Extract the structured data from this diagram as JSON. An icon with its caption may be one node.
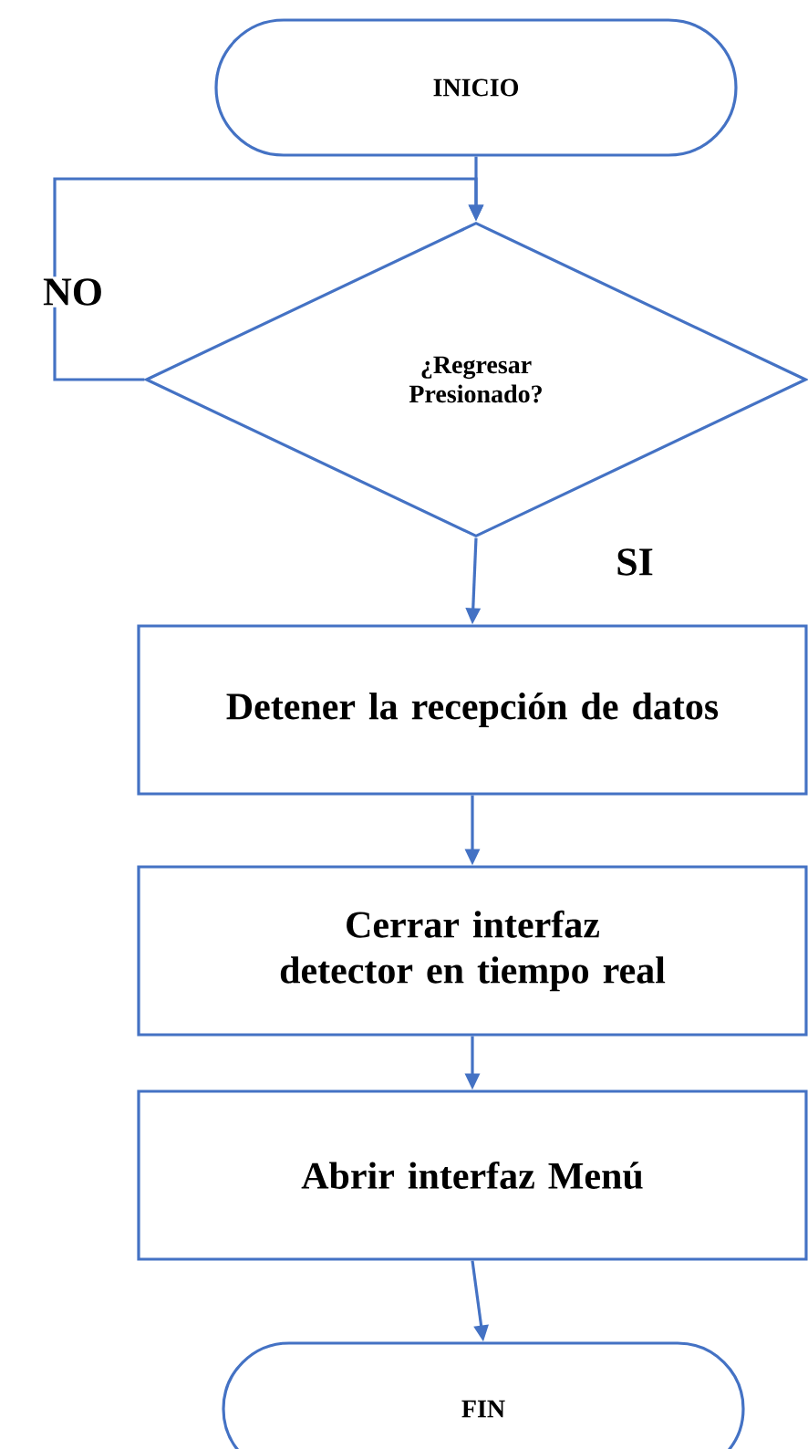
{
  "diagram": {
    "nodes": [
      {
        "text": [
          "INICIO"
        ]
      },
      {
        "text": [
          "¿Regresar Presionado?"
        ]
      },
      {
        "text": [
          "Detener la recepción de datos"
        ]
      },
      {
        "text": [
          "Cerrar interfaz detector en tiempo real"
        ]
      },
      {
        "text": [
          "Abrir interfaz Menú"
        ]
      },
      {
        "text": [
          "FIN"
        ]
      }
    ],
    "edges": [
      {
        "from": 0,
        "to": 1,
        "arrow": "to"
      },
      {
        "from": 1,
        "to": 1,
        "arrow": "to",
        "label": "NO"
      },
      {
        "from": 1,
        "to": 2,
        "arrow": "to",
        "label": "SI"
      },
      {
        "from": 2,
        "to": 3,
        "arrow": "to"
      },
      {
        "from": 3,
        "to": 4,
        "arrow": "to"
      },
      {
        "from": 4,
        "to": 5,
        "arrow": "to"
      }
    ]
  }
}
